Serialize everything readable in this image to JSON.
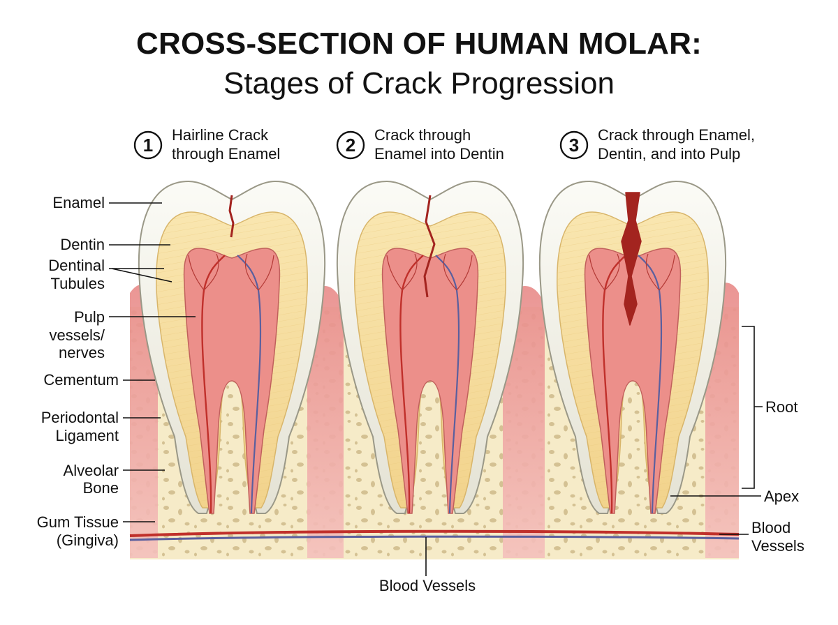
{
  "title": "CROSS-SECTION OF HUMAN MOLAR:",
  "subtitle": "Stages of Crack Progression",
  "stages": [
    {
      "number": "1",
      "line1": "Hairline Crack",
      "line2": "through Enamel"
    },
    {
      "number": "2",
      "line1": "Crack through",
      "line2": "Enamel into Dentin"
    },
    {
      "number": "3",
      "line1": "Crack through Enamel,",
      "line2": "Dentin, and into Pulp"
    }
  ],
  "labels": {
    "enamel": "Enamel",
    "dentin": "Dentin",
    "tubules_1": "Dentinal",
    "tubules_2": "Tubules",
    "pulp_1": "Pulp",
    "pulp_2": "vessels/",
    "pulp_3": "nerves",
    "cementum": "Cementum",
    "pdl_1": "Periodontal",
    "pdl_2": "Ligament",
    "bone_1": "Alveolar",
    "bone_2": "Bone",
    "gum_1": "Gum Tissue",
    "gum_2": "(Gingiva)",
    "root": "Root",
    "apex": "Apex",
    "vessels_right_1": "Blood",
    "vessels_right_2": "Vessels",
    "vessels_bottom": "Blood Vessels"
  },
  "colors": {
    "enamel": "#f1f0e6",
    "dentin": "#f6dfa0",
    "pulp": "#ec8f8a",
    "gum": "#f0a9a6",
    "bone": "#f6ebc8",
    "bone_spots": "#d6c49a",
    "crack": "#a3241f",
    "artery": "#c0302b",
    "vein": "#5a5f9e"
  }
}
